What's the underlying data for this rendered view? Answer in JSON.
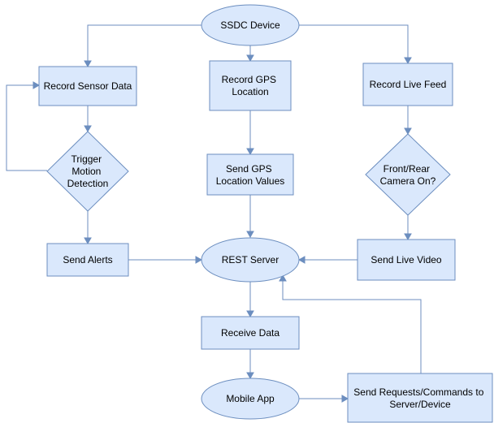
{
  "diagram": {
    "nodes": {
      "ssdc_device": "SSDC Device",
      "record_sensor": "Record Sensor Data",
      "record_gps": [
        "Record GPS",
        "Location"
      ],
      "record_live": "Record Live Feed",
      "trigger_motion": [
        "Trigger",
        "Motion",
        "Detection"
      ],
      "send_gps": [
        "Send GPS",
        "Location Values"
      ],
      "camera_on": [
        "Front/Rear",
        "Camera On?"
      ],
      "send_alerts": "Send Alerts",
      "rest_server": "REST Server",
      "send_live_video": "Send Live Video",
      "receive_data": "Receive Data",
      "mobile_app": "Mobile App",
      "send_requests": [
        "Send Requests/Commands to",
        "Server/Device"
      ]
    }
  },
  "colors": {
    "fill": "#dae8fc",
    "stroke": "#6c8ebf",
    "text": "#000000"
  }
}
